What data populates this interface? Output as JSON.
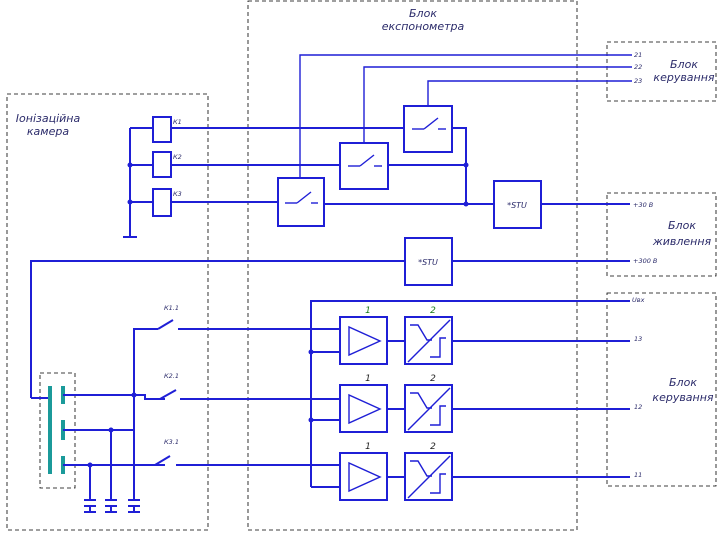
{
  "blocks": {
    "ionization_chamber": [
      "Іонізаційна",
      "камера"
    ],
    "exponometer": [
      "Блок",
      "експонометра"
    ],
    "control_top": [
      "Блок",
      "керування"
    ],
    "power": [
      "Блок",
      "живлення"
    ],
    "control_bottom": [
      "Блок",
      "керування"
    ]
  },
  "relays": [
    "К1",
    "К2",
    "К3"
  ],
  "contacts": [
    "К1.1",
    "К2.1",
    "К3.1"
  ],
  "stabilizers": [
    "*STU",
    "*STU"
  ],
  "pins": {
    "p21": "21",
    "p22": "22",
    "p23": "23",
    "v30": "+30 В",
    "v300": "+300 В",
    "ubx": "Uвх",
    "p13": "13",
    "p12": "12",
    "p11": "11"
  },
  "stage_numbers": {
    "amp": "1",
    "comp": "2"
  },
  "colors": {
    "wire": "#1f1fd6",
    "chamber_electrodes": "#1b9a9a",
    "stage_label_highlight": "#1a7a1a"
  }
}
